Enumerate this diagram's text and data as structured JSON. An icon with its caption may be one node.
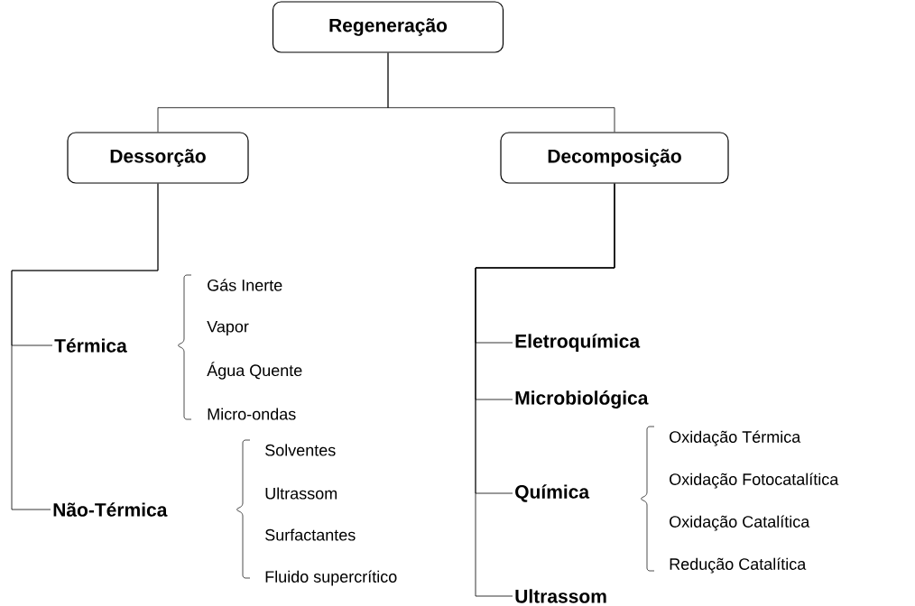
{
  "diagram": {
    "nodes": [
      {
        "text": [
          "Regeneração"
        ]
      },
      {
        "text": [
          "Dessorção"
        ]
      },
      {
        "text": [
          "Decomposição"
        ]
      },
      {
        "text": [
          "Térmica"
        ]
      },
      {
        "text": [
          "Não-Térmica"
        ]
      },
      {
        "text": [
          "Eletroquímica"
        ]
      },
      {
        "text": [
          "Microbiológica"
        ]
      },
      {
        "text": [
          "Química"
        ]
      },
      {
        "text": [
          "Ultrassom"
        ]
      }
    ],
    "edges": [
      {
        "from": 0,
        "to": 1,
        "arrow": "none"
      },
      {
        "from": 0,
        "to": 2,
        "arrow": "none"
      },
      {
        "from": 1,
        "to": 3,
        "arrow": "none"
      },
      {
        "from": 1,
        "to": 4,
        "arrow": "none"
      },
      {
        "from": 2,
        "to": 5,
        "arrow": "none"
      },
      {
        "from": 2,
        "to": 6,
        "arrow": "none"
      },
      {
        "from": 2,
        "to": 7,
        "arrow": "none"
      },
      {
        "from": 2,
        "to": 8,
        "arrow": "none"
      }
    ],
    "labels": [
      "Gás Inerte",
      "Vapor",
      "Água Quente",
      "Micro-ondas",
      "Solventes",
      "Ultrassom",
      "Surfactantes",
      "Fluido supercrítico",
      "Oxidação Térmica",
      "Oxidação Fotocatalítica",
      "Oxidação Catalítica",
      "Redução Catalítica"
    ]
  }
}
